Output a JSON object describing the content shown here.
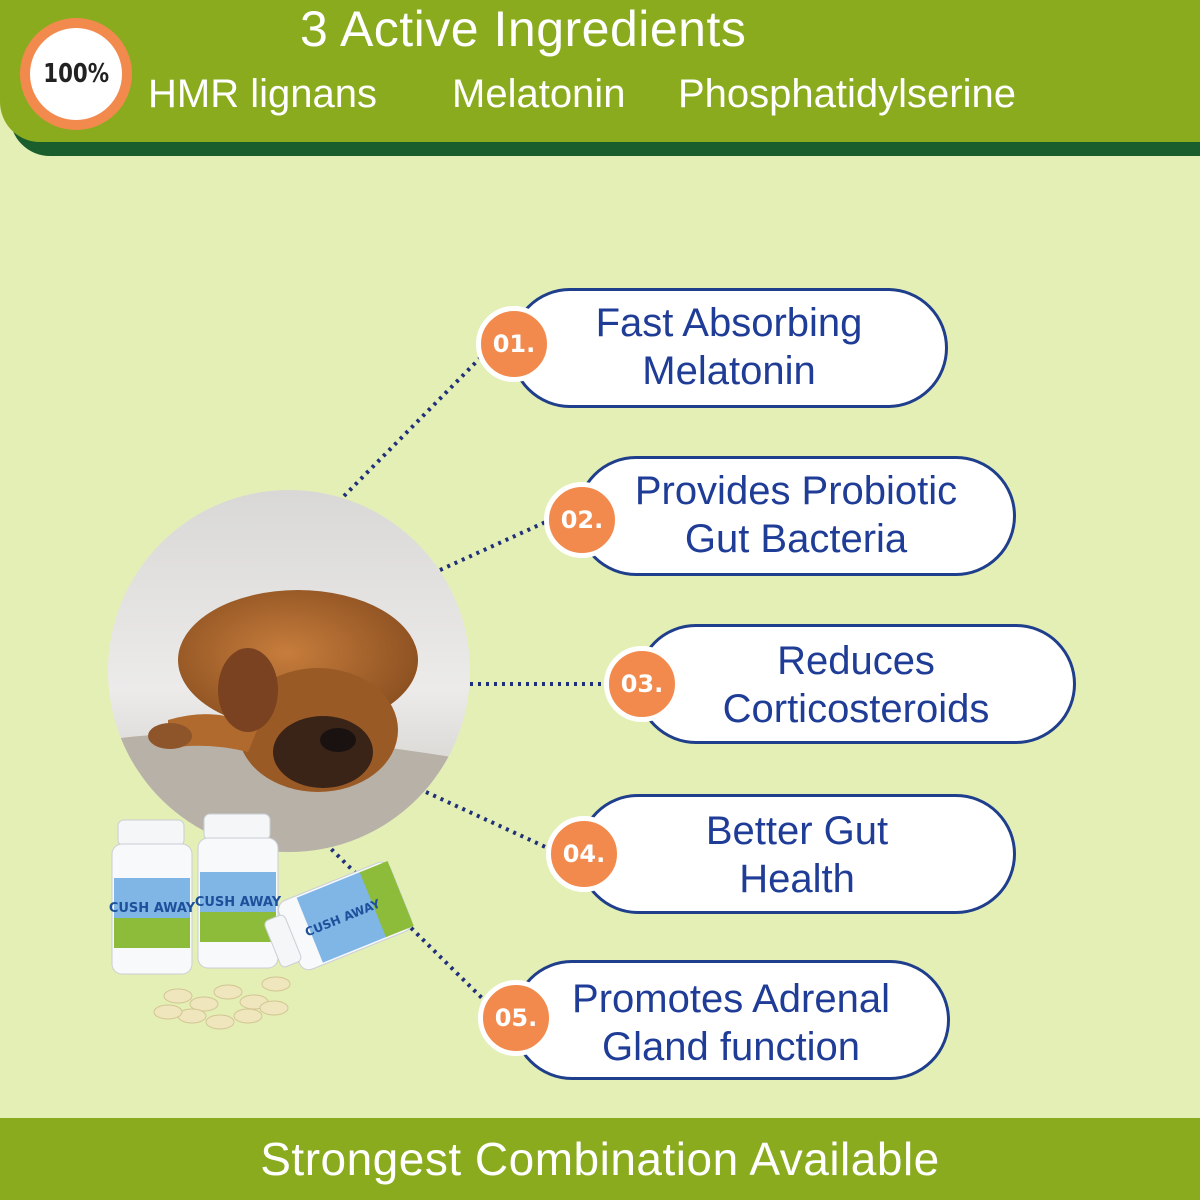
{
  "header": {
    "title": "3 Active Ingredients",
    "badge": "100%",
    "ingredients": [
      "HMR lignans",
      "Melatonin",
      "Phosphatidylserine"
    ]
  },
  "benefits": [
    {
      "number": "01.",
      "line1": "Fast Absorbing",
      "line2": "Melatonin"
    },
    {
      "number": "02.",
      "line1": "Provides Probiotic",
      "line2": "Gut Bacteria"
    },
    {
      "number": "03.",
      "line1": "Reduces",
      "line2": "Corticosteroids"
    },
    {
      "number": "04.",
      "line1": "Better Gut",
      "line2": "Health"
    },
    {
      "number": "05.",
      "line1": "Promotes Adrenal",
      "line2": "Gland function"
    }
  ],
  "product": {
    "label": "CUSH AWAY"
  },
  "footer": {
    "text": "Strongest Combination Available"
  },
  "colors": {
    "background": "#e4efb6",
    "header_green": "#8aab1e",
    "header_shadow": "#1a5e2e",
    "accent_orange": "#f28a4e",
    "text_blue": "#1f3c96",
    "border_blue": "#1f3f8c"
  },
  "icons": [
    "sleeping-puppy-photo",
    "supplement-bottles-image"
  ]
}
